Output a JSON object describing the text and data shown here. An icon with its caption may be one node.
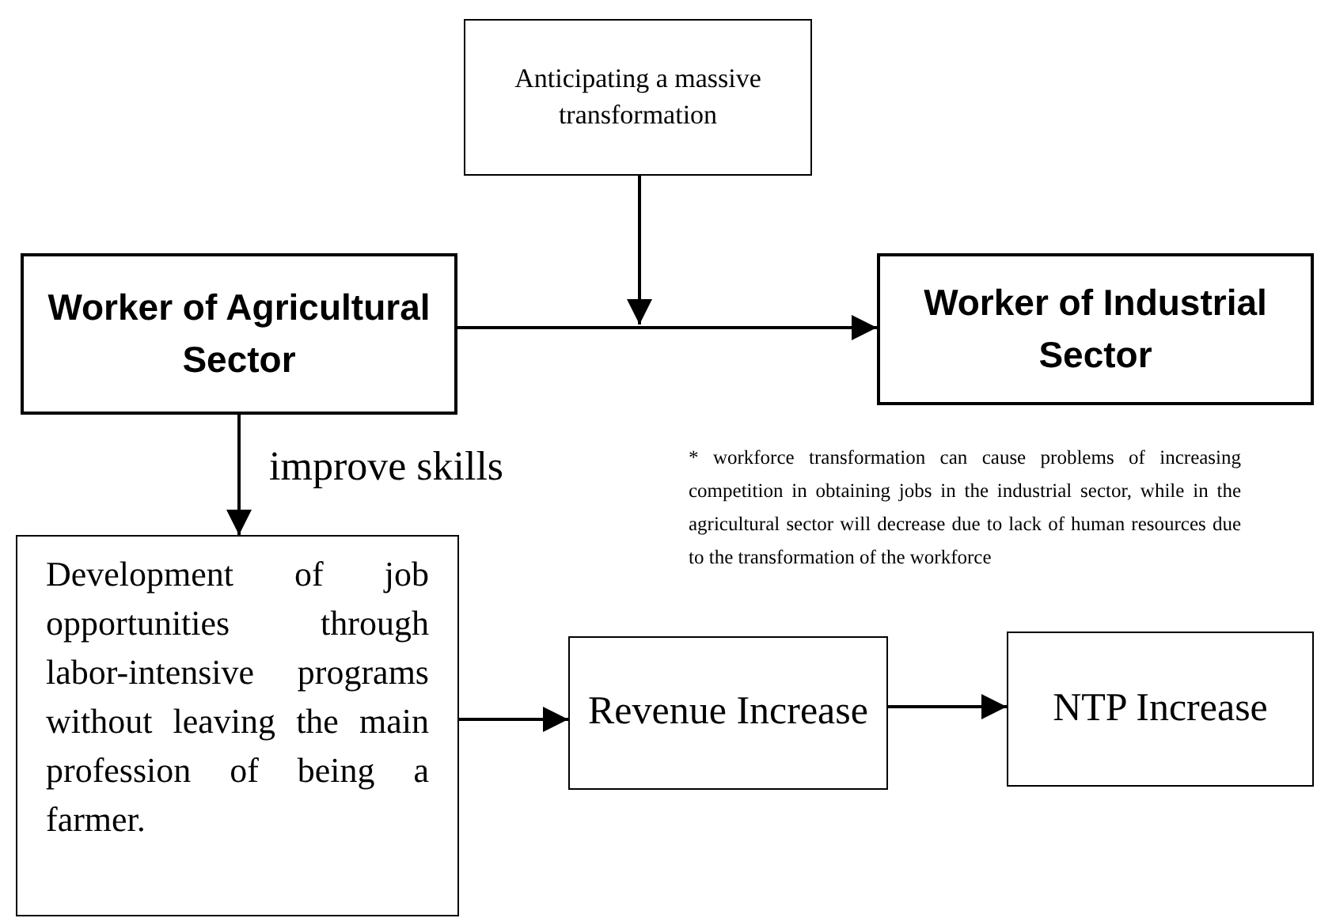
{
  "diagram": {
    "nodes": [
      {
        "text": [
          "Anticipating a massive transformation"
        ]
      },
      {
        "text": [
          "Worker of Agricultural Sector"
        ]
      },
      {
        "text": [
          "Worker of Industrial Sector"
        ]
      },
      {
        "text": [
          "Development of job opportunities through labor-intensive programs without leaving the main profession of being a farmer."
        ]
      },
      {
        "text": [
          "Revenue Increase"
        ]
      },
      {
        "text": [
          "NTP Increase"
        ]
      }
    ],
    "edges": [
      {
        "from": 1,
        "to": 2,
        "arrow": "to"
      },
      {
        "from": 0,
        "to": null,
        "arrow": "to"
      },
      {
        "from": 1,
        "to": 3,
        "arrow": "to",
        "label": "improve skills"
      },
      {
        "from": 3,
        "to": 4,
        "arrow": "to"
      },
      {
        "from": 4,
        "to": 5,
        "arrow": "to"
      }
    ],
    "labels": [
      "* workforce transformation can cause problems of increasing competition in obtaining jobs in the industrial sector, while in the agricultural sector will decrease due to lack of human resources due to the transformation of the workforce"
    ]
  }
}
